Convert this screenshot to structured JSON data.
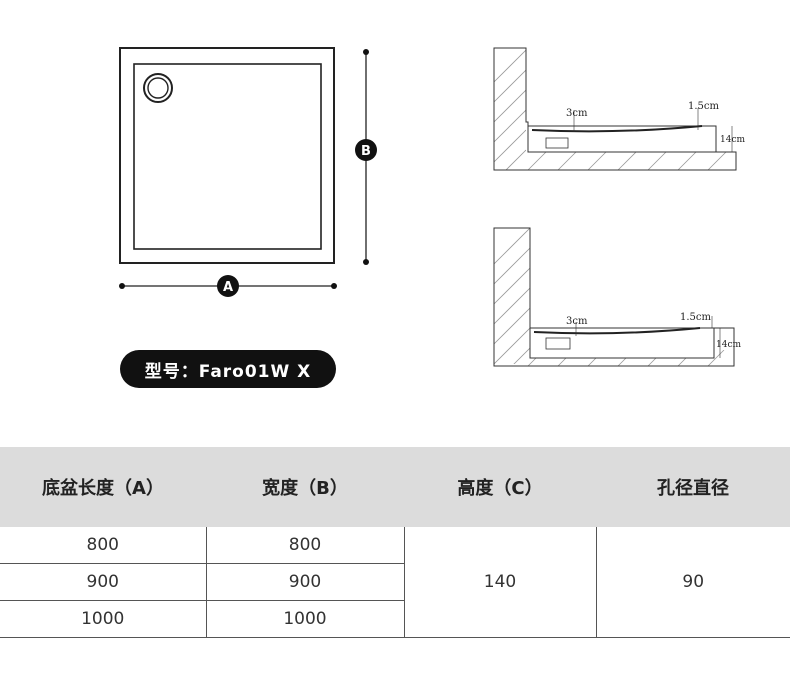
{
  "plan": {
    "label_a": "A",
    "label_b": "B"
  },
  "section_top": {
    "left_dim": "3cm",
    "right_dim": "1.5cm",
    "height_dim": "14cm"
  },
  "section_bottom": {
    "left_dim": "3cm",
    "right_dim": "1.5cm",
    "height_dim": "14cm"
  },
  "model": {
    "text": "型号：Faro01W X"
  },
  "table": {
    "headers": [
      "底盆长度（A）",
      "宽度（B）",
      "高度（C）",
      "孔径直径"
    ],
    "rows": [
      {
        "length": "800",
        "width": "800"
      },
      {
        "length": "900",
        "width": "900"
      },
      {
        "length": "1000",
        "width": "1000"
      }
    ],
    "height": "140",
    "diameter": "90"
  }
}
